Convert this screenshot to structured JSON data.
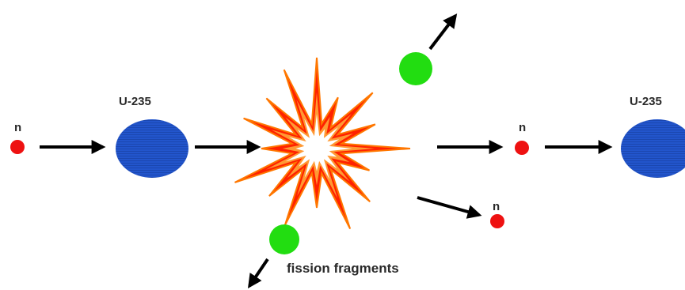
{
  "labels": {
    "neutron_incoming": "n",
    "uranium_left": "U-235",
    "neutron_outgoing": "n",
    "uranium_right": "U-235",
    "neutron_lower": "n",
    "fission_fragments": "fission fragments"
  },
  "colors": {
    "neutron": "#ee1111",
    "uranium": "#2255cc",
    "fragment": "#22dd11",
    "burst_outer": "#ff2200",
    "burst_inner": "#ffffff",
    "arrow": "#000000"
  },
  "icons": {
    "neutron": "red-circle",
    "uranium": "blue-ellipse",
    "fragment": "green-circle",
    "fission": "starburst"
  }
}
